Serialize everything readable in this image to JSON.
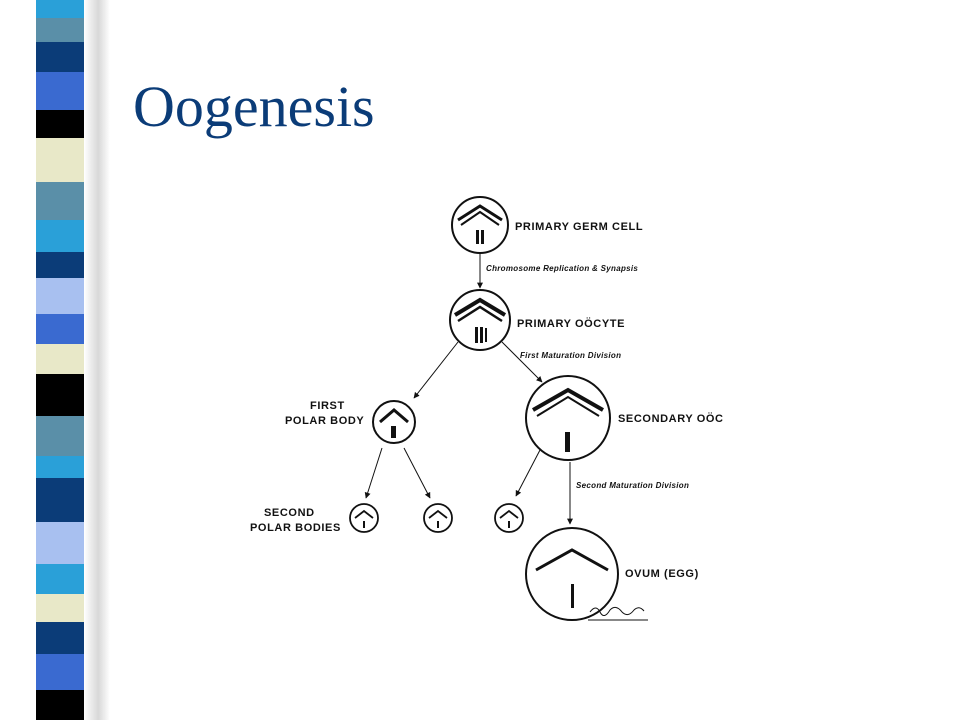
{
  "slide": {
    "title": "Oogenesis"
  },
  "diagram": {
    "nodes": {
      "primary_germ_cell": "PRIMARY GERM CELL",
      "primary_oocyte": "PRIMARY OÖCYTE",
      "first_polar_body_line1": "FIRST",
      "first_polar_body_line2": "POLAR BODY",
      "secondary_oocyte": "SECONDARY OÖC",
      "second_polar_bodies_line1": "SECOND",
      "second_polar_bodies_line2": "POLAR BODIES",
      "ovum": "OVUM (EGG)"
    },
    "steps": {
      "replication": "Chromosome Replication & Synapsis",
      "first_division": "First Maturation Division",
      "second_division": "Second Maturation Division"
    }
  },
  "colors": {
    "title": "#0b3c78",
    "ink": "#111111",
    "stripe_palette": [
      "#5a8fa8",
      "#0b3c78",
      "#2aa0d8",
      "#e8e8c8",
      "#000000",
      "#3a6ad0",
      "#a8c0f0"
    ]
  }
}
